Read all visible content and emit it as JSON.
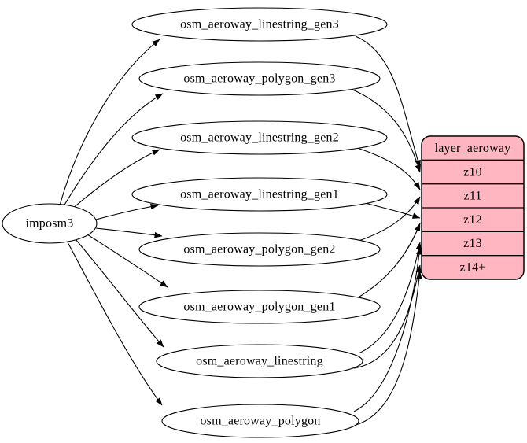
{
  "source": {
    "label": "imposm3"
  },
  "tables": [
    {
      "label": "osm_aeroway_linestring_gen3"
    },
    {
      "label": "osm_aeroway_polygon_gen3"
    },
    {
      "label": "osm_aeroway_linestring_gen2"
    },
    {
      "label": "osm_aeroway_linestring_gen1"
    },
    {
      "label": "osm_aeroway_polygon_gen2"
    },
    {
      "label": "osm_aeroway_polygon_gen1"
    },
    {
      "label": "osm_aeroway_linestring"
    },
    {
      "label": "osm_aeroway_polygon"
    }
  ],
  "layer": {
    "title": "layer_aeroway",
    "rows": [
      "z10",
      "z11",
      "z12",
      "z13",
      "z14+"
    ],
    "fill": "#ffb6c1"
  },
  "colors": {
    "stroke": "#000000",
    "table_fill": "#ffffff",
    "layer_fill": "#ffb6c1"
  },
  "edges": [
    {
      "from": "imposm3",
      "to": "osm_aeroway_linestring_gen3"
    },
    {
      "from": "imposm3",
      "to": "osm_aeroway_polygon_gen3"
    },
    {
      "from": "imposm3",
      "to": "osm_aeroway_linestring_gen2"
    },
    {
      "from": "imposm3",
      "to": "osm_aeroway_linestring_gen1"
    },
    {
      "from": "imposm3",
      "to": "osm_aeroway_polygon_gen2"
    },
    {
      "from": "imposm3",
      "to": "osm_aeroway_polygon_gen1"
    },
    {
      "from": "imposm3",
      "to": "osm_aeroway_linestring"
    },
    {
      "from": "imposm3",
      "to": "osm_aeroway_polygon"
    },
    {
      "from": "osm_aeroway_linestring_gen3",
      "to": "layer_aeroway.z10"
    },
    {
      "from": "osm_aeroway_polygon_gen3",
      "to": "layer_aeroway.z10"
    },
    {
      "from": "osm_aeroway_linestring_gen2",
      "to": "layer_aeroway.z11"
    },
    {
      "from": "osm_aeroway_polygon_gen2",
      "to": "layer_aeroway.z11"
    },
    {
      "from": "osm_aeroway_linestring_gen1",
      "to": "layer_aeroway.z12"
    },
    {
      "from": "osm_aeroway_polygon_gen1",
      "to": "layer_aeroway.z12"
    },
    {
      "from": "osm_aeroway_linestring",
      "to": "layer_aeroway.z13"
    },
    {
      "from": "osm_aeroway_polygon",
      "to": "layer_aeroway.z13"
    },
    {
      "from": "osm_aeroway_linestring",
      "to": "layer_aeroway.z14+"
    },
    {
      "from": "osm_aeroway_polygon",
      "to": "layer_aeroway.z14+"
    }
  ]
}
